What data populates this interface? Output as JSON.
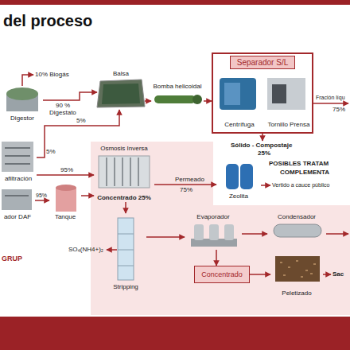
{
  "diagram": {
    "title": "del proceso",
    "nodes": [
      {
        "text": [
          "Digestor"
        ]
      },
      {
        "text": [
          "Balsa"
        ]
      },
      {
        "text": [
          "Bomba helicoidal"
        ]
      },
      {
        "text": [
          "Separador S/L"
        ]
      },
      {
        "text": [
          "Centrífuga"
        ],
        "in": 3
      },
      {
        "text": [
          "Tornillo Prensa"
        ],
        "in": 3
      },
      {
        "text": [
          "afiltración"
        ]
      },
      {
        "text": [
          "ador DAF"
        ]
      },
      {
        "text": [
          "Tanque"
        ]
      },
      {
        "text": [
          "Osmosis Inversa",
          "Concentrado 25%"
        ]
      },
      {
        "text": [
          "Zeolita"
        ]
      },
      {
        "text": [
          "Stripping"
        ]
      },
      {
        "text": [
          "Evaporador"
        ]
      },
      {
        "text": [
          "Concentrado"
        ]
      },
      {
        "text": [
          "Condensador"
        ]
      },
      {
        "text": [
          "Peletizado"
        ]
      }
    ],
    "edges": [
      {
        "from": 0,
        "to": 1,
        "arrow": "to"
      },
      {
        "from": 1,
        "to": 2,
        "arrow": "to"
      },
      {
        "from": 2,
        "to": 3,
        "arrow": "to"
      },
      {
        "from": 6,
        "to": 1,
        "arrow": "to"
      },
      {
        "from": 6,
        "to": 9,
        "arrow": "to"
      },
      {
        "from": 7,
        "to": 8,
        "arrow": "to"
      },
      {
        "from": 8,
        "to": 9,
        "arrow": "to"
      },
      {
        "from": 9,
        "to": 10,
        "arrow": "to"
      },
      {
        "from": 9,
        "to": 11,
        "arrow": "to"
      },
      {
        "from": 11,
        "to": 12,
        "arrow": "to"
      },
      {
        "from": 12,
        "to": 14,
        "arrow": "to"
      },
      {
        "from": 12,
        "to": 13,
        "arrow": "to"
      },
      {
        "from": 13,
        "to": 15,
        "arrow": "to"
      }
    ],
    "labels": [
      "10% Biogás",
      "90 %",
      "Digestato",
      "Fración líqu",
      "75%",
      "Sólido - Compostaje",
      "25%",
      "5%",
      "5%",
      "95%",
      "95%",
      "Permeado",
      "75%",
      "POSIBLES TRATAM",
      "COMPLEMENTA",
      "Vertido a cauce público",
      "SO₄(NH4+)₂",
      "Sac",
      "GRUP"
    ]
  }
}
